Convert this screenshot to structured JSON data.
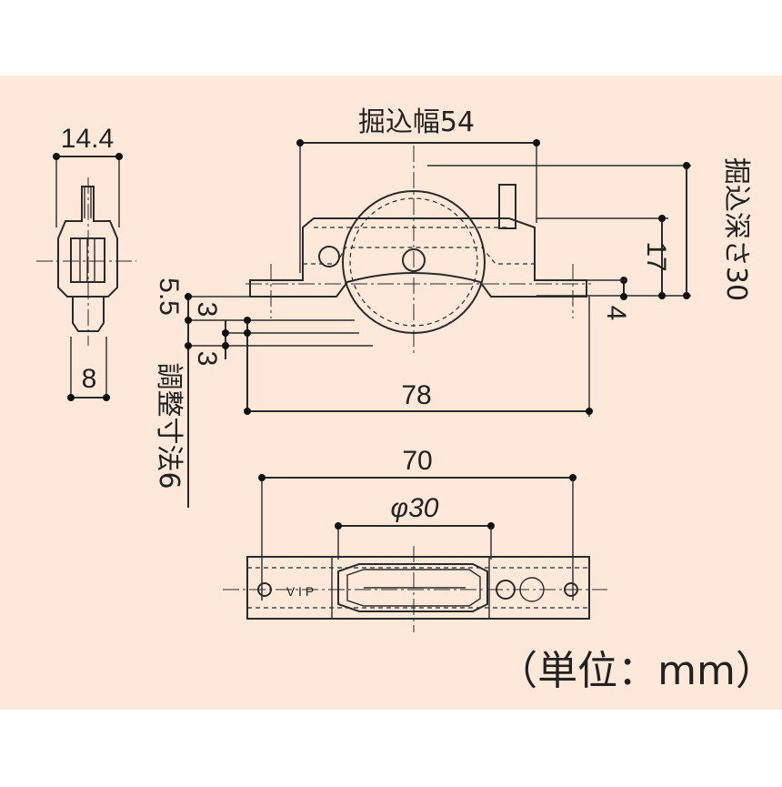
{
  "colors": {
    "background": "#fde8d9",
    "outside": "#ffffff",
    "ink": "#2a2a2a"
  },
  "dimensions": {
    "top_width": "14.4",
    "bottom_width": "8",
    "cut_width": "掘込幅54",
    "cut_depth": "掘込深さ30",
    "height_17": "17",
    "height_4": "4",
    "dim_5_5": "5.5",
    "dim_3_upper": "3",
    "dim_3_lower": "3",
    "adjust": "調整寸法6",
    "overall_78": "78",
    "overall_70": "70",
    "wheel_dia": "φ30"
  },
  "marking": "V I P",
  "unit_note": "（単位：mm）"
}
